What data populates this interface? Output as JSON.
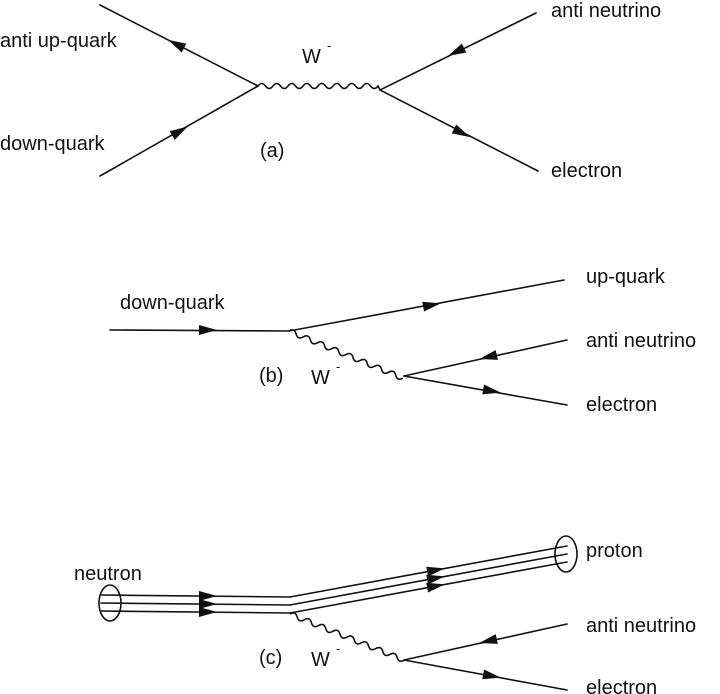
{
  "panel_a": {
    "label": "(a)",
    "boson": "W",
    "boson_charge": "-",
    "particles": {
      "anti_up_quark": "anti up-quark",
      "down_quark": "down-quark",
      "anti_neutrino": "anti neutrino",
      "electron": "electron"
    }
  },
  "panel_b": {
    "label": "(b)",
    "boson": "W",
    "boson_charge": "-",
    "particles": {
      "down_quark": "down-quark",
      "up_quark": "up-quark",
      "anti_neutrino": "anti neutrino",
      "electron": "electron"
    }
  },
  "panel_c": {
    "label": "(c)",
    "boson": "W",
    "boson_charge": "-",
    "particles": {
      "neutron": "neutron",
      "proton": "proton",
      "anti_neutrino": "anti neutrino",
      "electron": "electron"
    }
  },
  "colors": {
    "ink": "#111111",
    "background": "#ffffff"
  }
}
